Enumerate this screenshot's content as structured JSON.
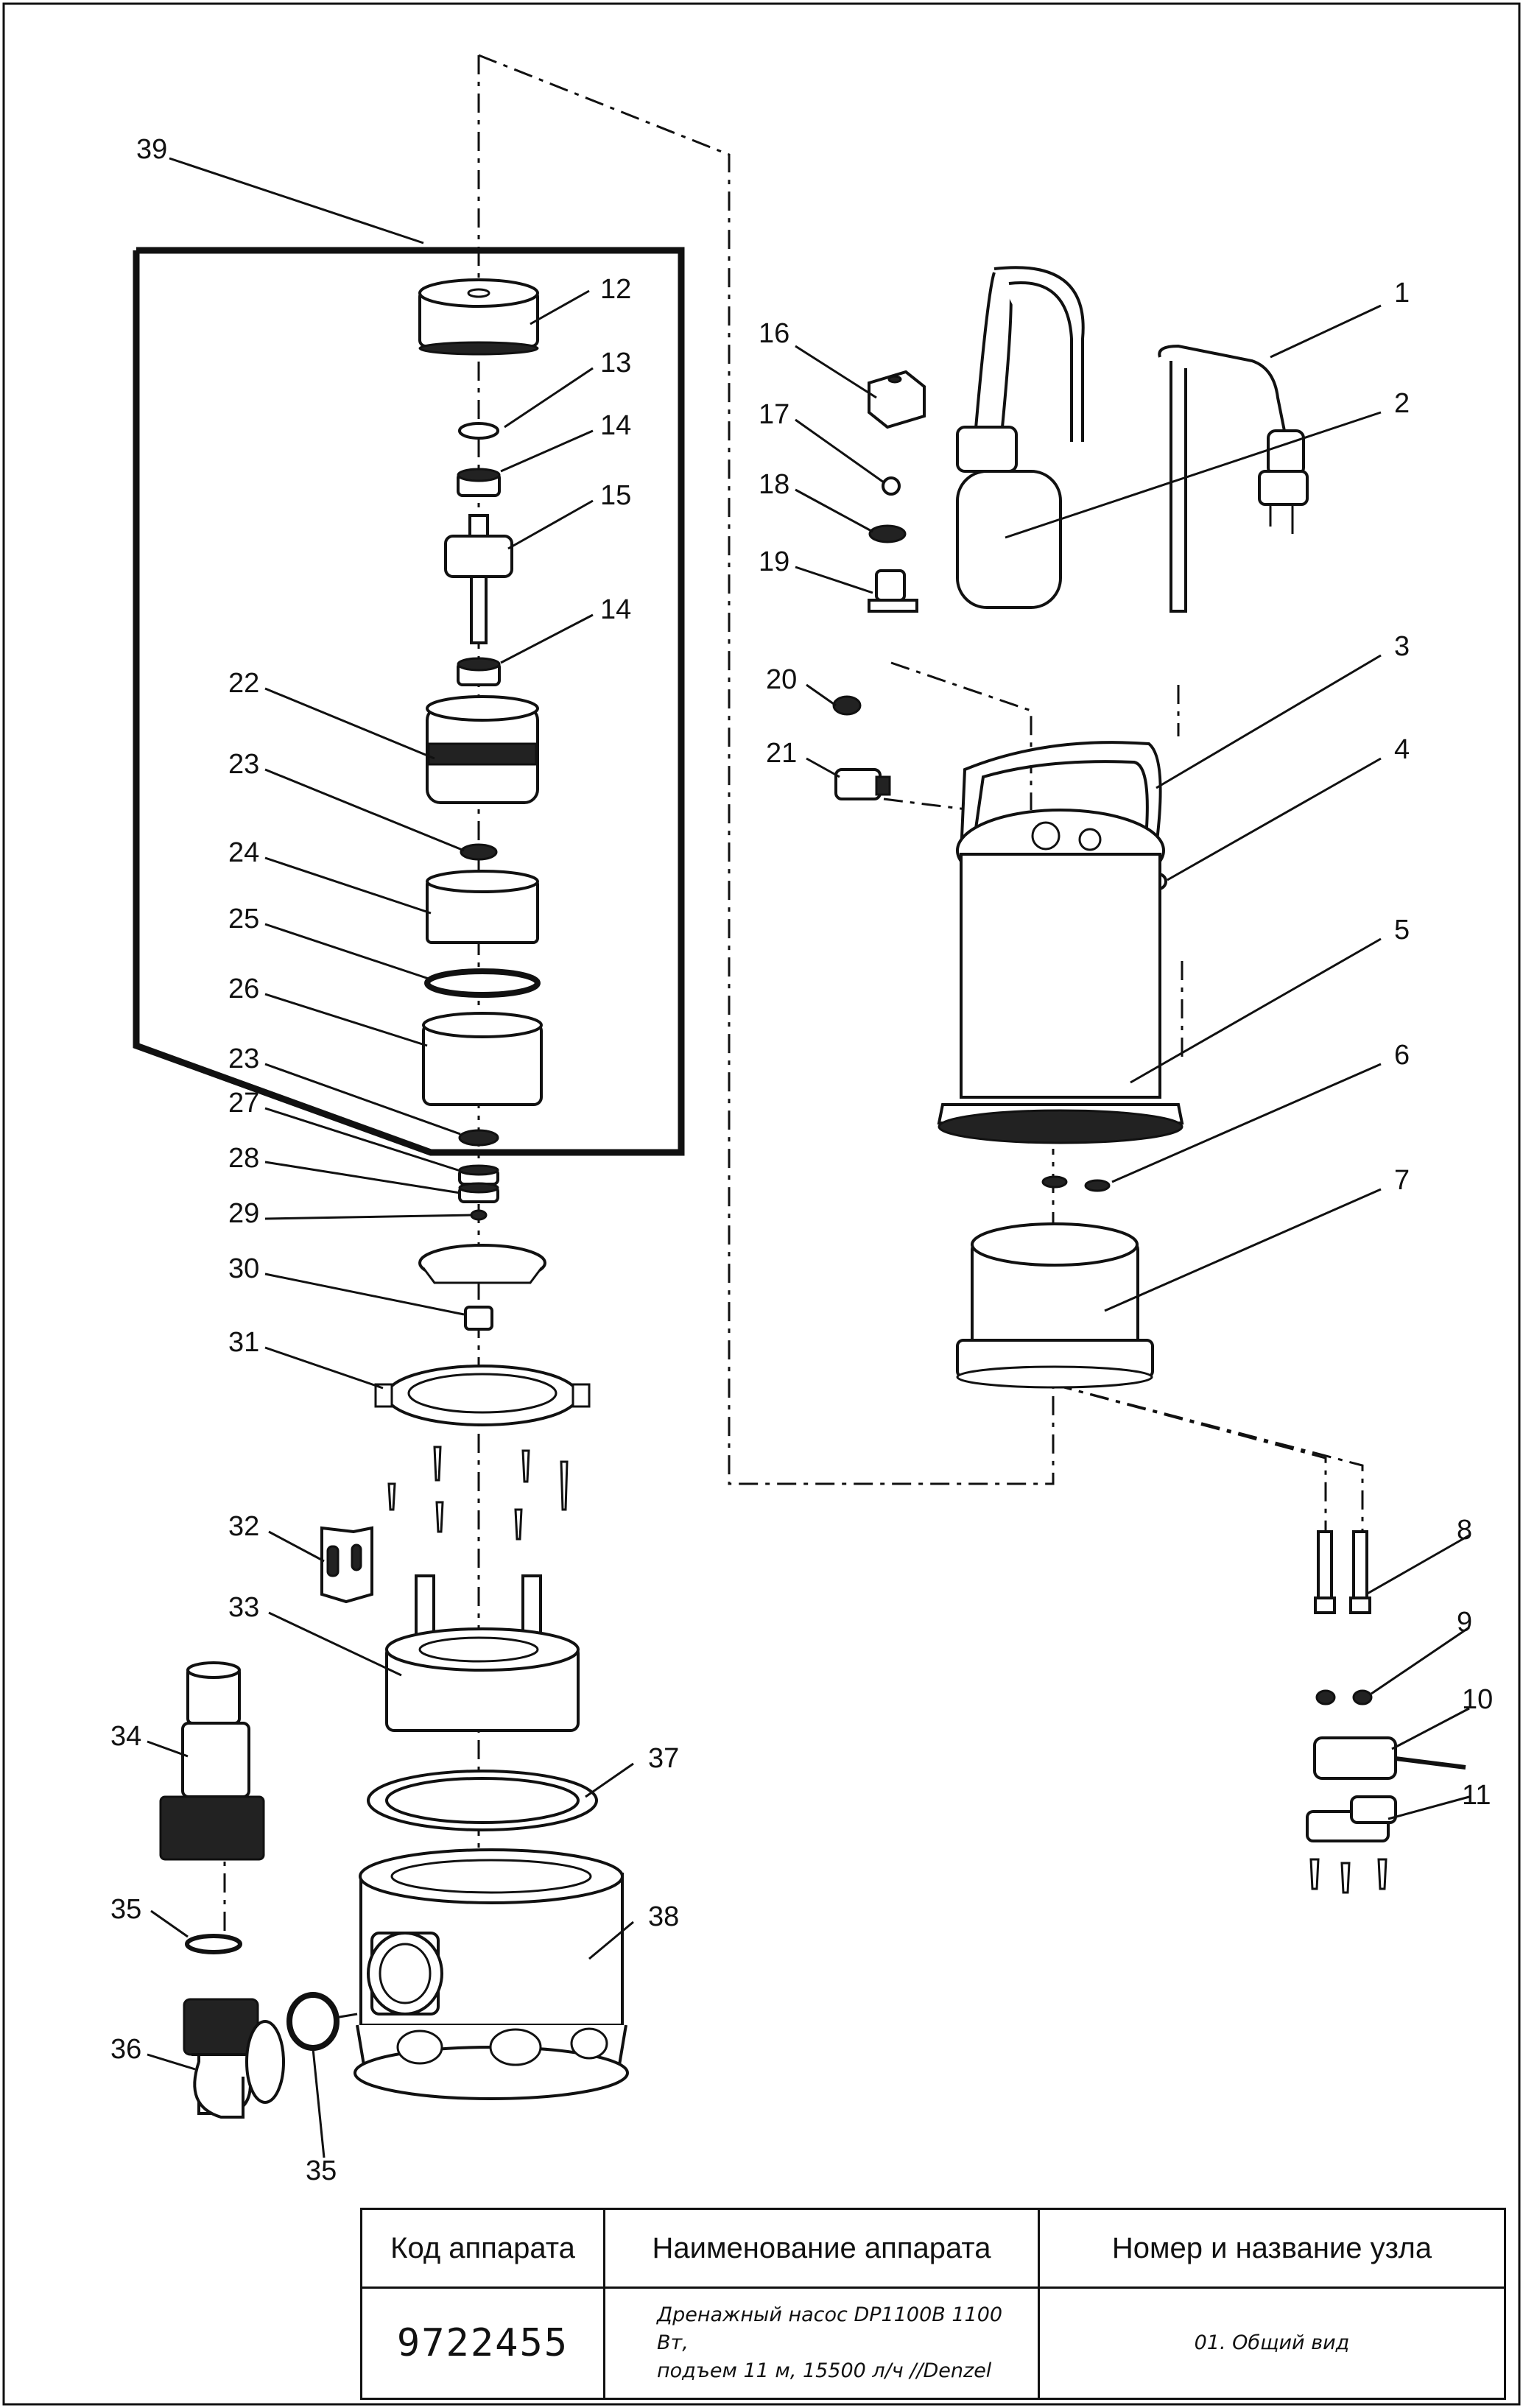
{
  "callouts": [
    "1",
    "2",
    "3",
    "4",
    "5",
    "6",
    "7",
    "8",
    "9",
    "10",
    "11",
    "12",
    "13",
    "14",
    "14",
    "15",
    "16",
    "17",
    "18",
    "19",
    "20",
    "21",
    "22",
    "23",
    "23",
    "24",
    "25",
    "26",
    "27",
    "28",
    "29",
    "30",
    "31",
    "32",
    "33",
    "34",
    "35",
    "35",
    "36",
    "37",
    "38",
    "39"
  ],
  "title_block": {
    "headers": {
      "code": "Код аппарата",
      "name": "Наименование аппарата",
      "node": "Номер и название узла"
    },
    "code": "9722455",
    "name_line1": "Дренажный насос DP1100B 1100 Вт,",
    "name_line2": "подъем 11 м, 15500 л/ч //Denzel",
    "node": "01. Общий вид"
  }
}
